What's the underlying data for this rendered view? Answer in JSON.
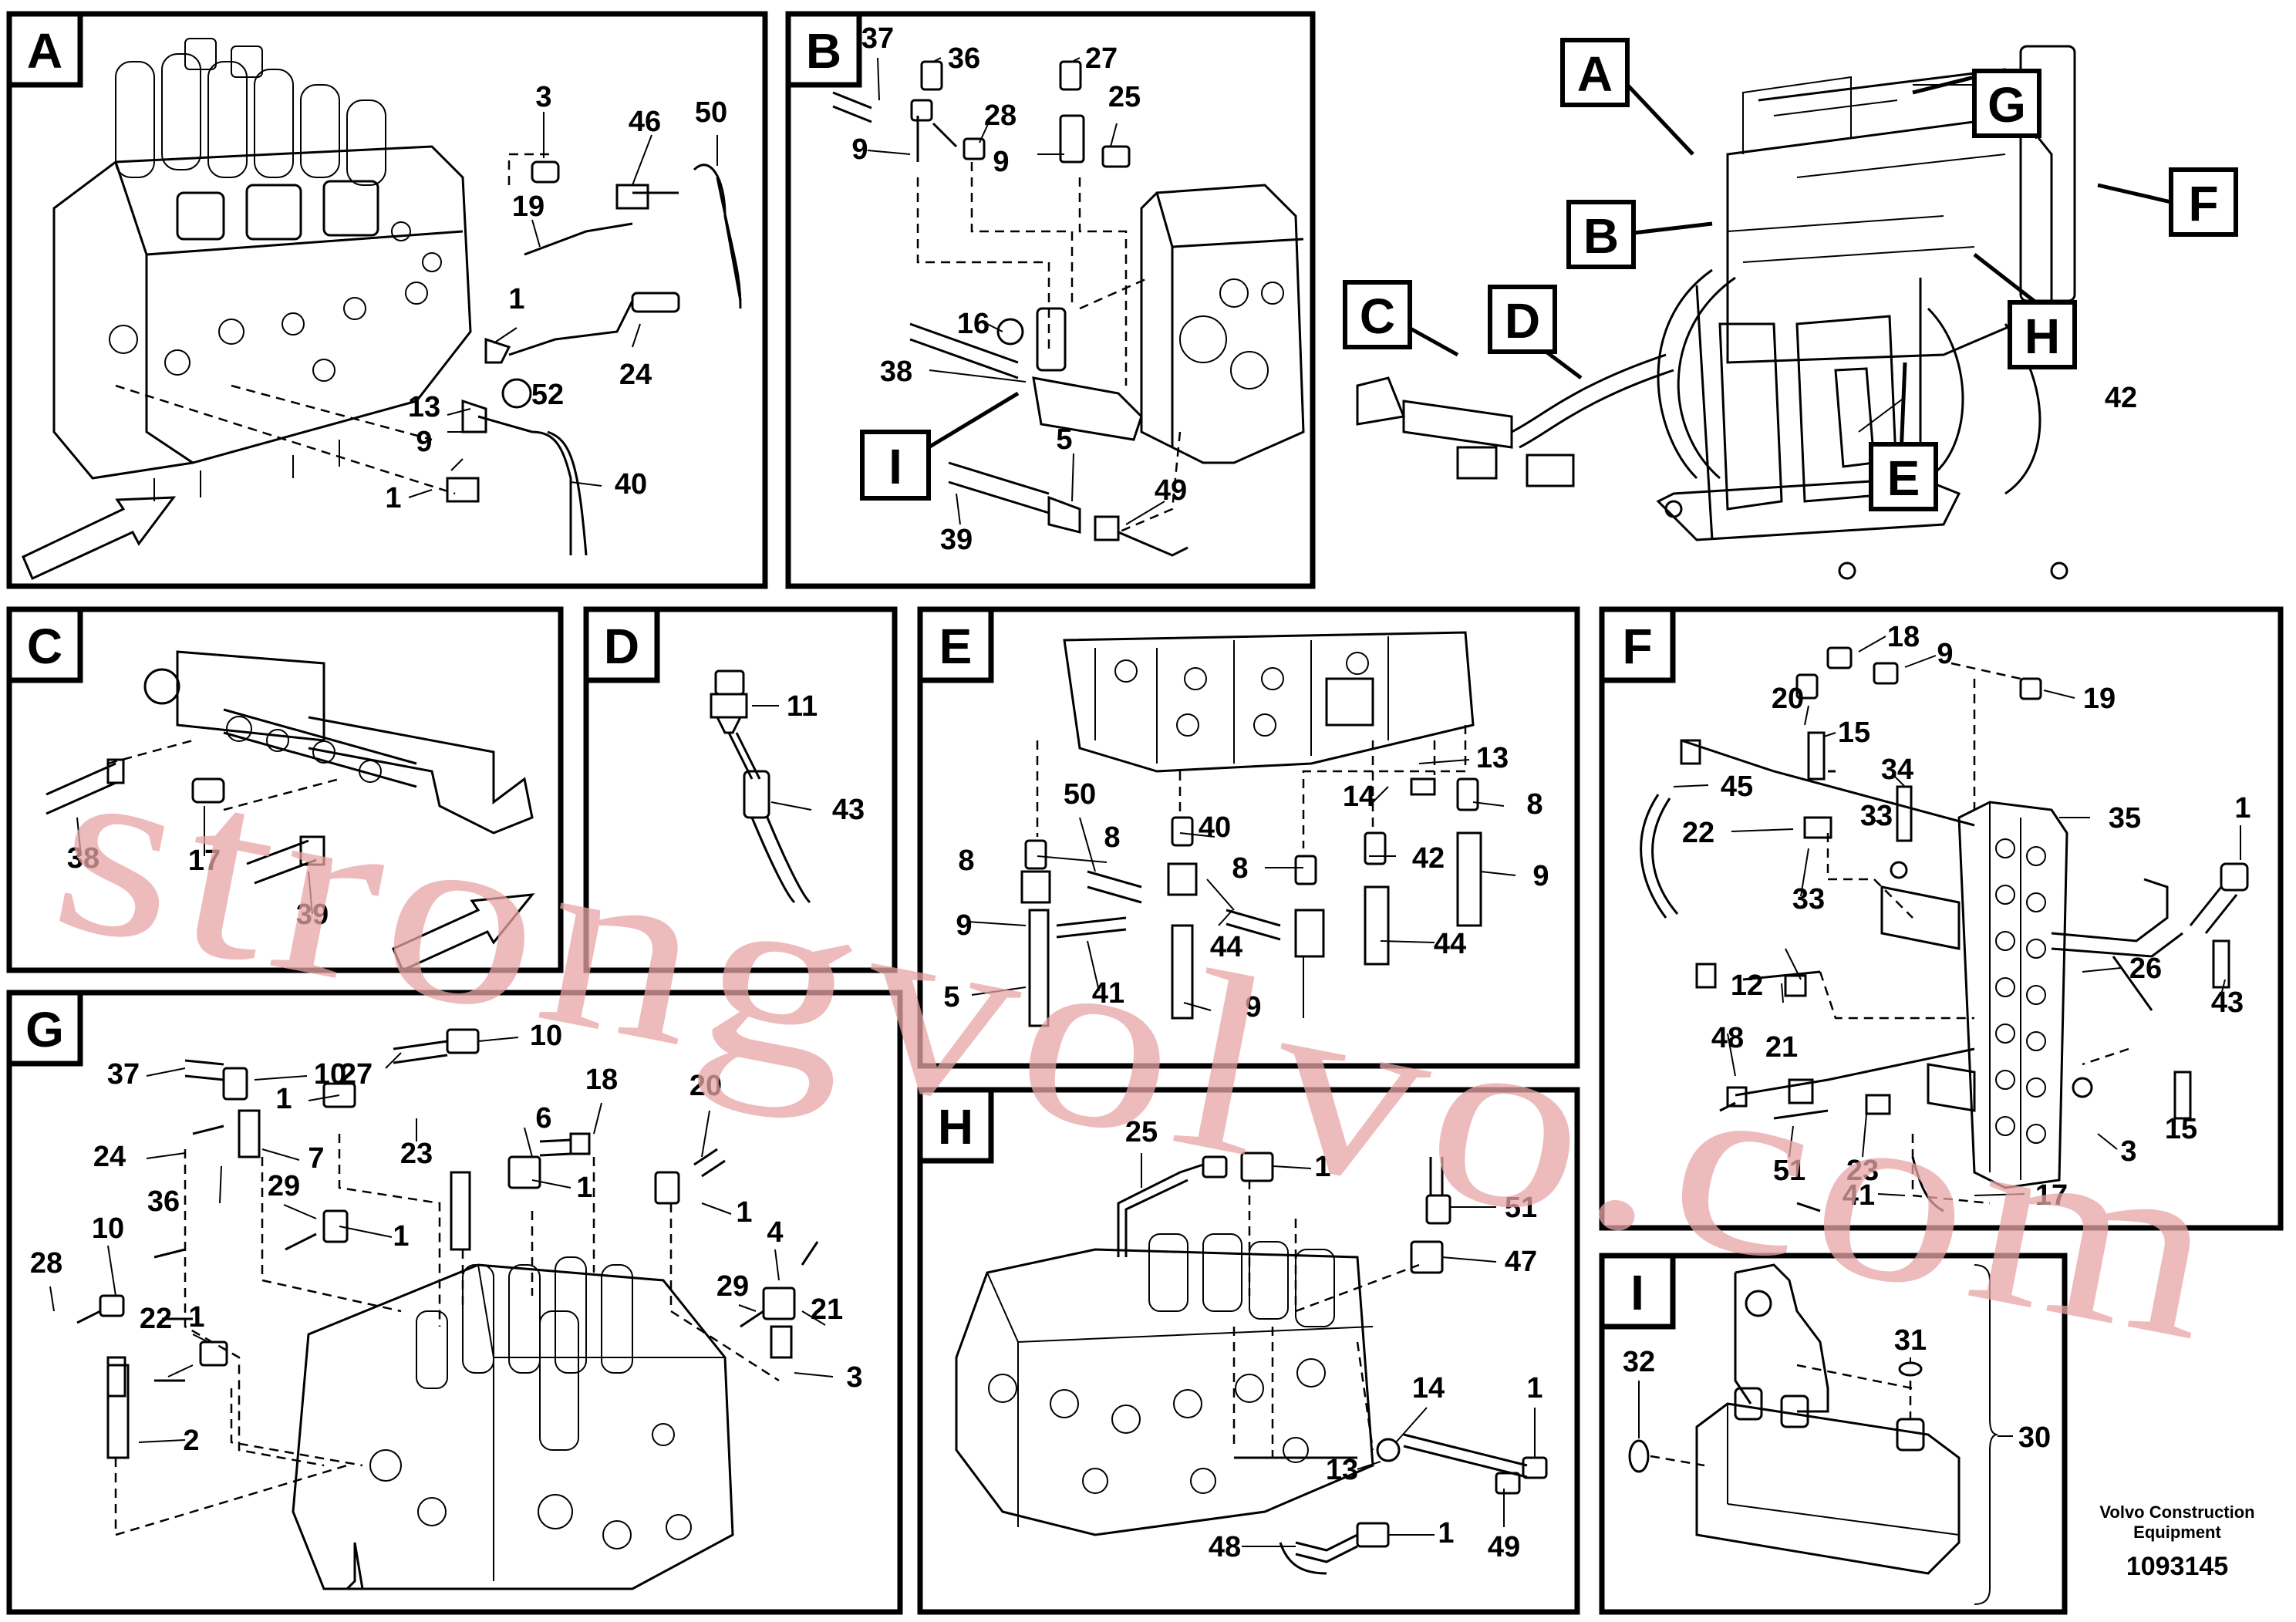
{
  "panels": {
    "A": {
      "letter": "A",
      "labels": [
        "3",
        "46",
        "50",
        "19",
        "1",
        "24",
        "13",
        "52",
        "9",
        "1",
        "40"
      ]
    },
    "B": {
      "letter": "B",
      "labels": [
        "37",
        "36",
        "27",
        "28",
        "25",
        "9",
        "9",
        "16",
        "38",
        "5",
        "39",
        "49"
      ]
    },
    "C": {
      "letter": "C",
      "labels": [
        "38",
        "17",
        "39"
      ]
    },
    "D": {
      "letter": "D",
      "labels": [
        "11",
        "43"
      ]
    },
    "E": {
      "letter": "E",
      "labels": [
        "13",
        "14",
        "8",
        "50",
        "8",
        "40",
        "8",
        "8",
        "42",
        "9",
        "9",
        "44",
        "44",
        "5",
        "41",
        "9"
      ]
    },
    "F": {
      "letter": "F",
      "labels": [
        "18",
        "9",
        "19",
        "20",
        "15",
        "34",
        "35",
        "45",
        "33",
        "22",
        "33",
        "1",
        "12",
        "26",
        "43",
        "48",
        "21",
        "51",
        "23",
        "41",
        "17",
        "3",
        "15"
      ]
    },
    "G": {
      "letter": "G",
      "labels": [
        "27",
        "10",
        "37",
        "10",
        "18",
        "1",
        "23",
        "6",
        "20",
        "24",
        "7",
        "1",
        "1",
        "36",
        "29",
        "1",
        "28",
        "10",
        "4",
        "29",
        "21",
        "22",
        "1",
        "2",
        "3"
      ]
    },
    "H": {
      "letter": "H",
      "labels": [
        "25",
        "1",
        "51",
        "47",
        "14",
        "1",
        "13",
        "49",
        "48",
        "1"
      ]
    },
    "I": {
      "letter": "I",
      "labels": [
        "32",
        "31",
        "30"
      ]
    },
    "overview": {
      "labels": [
        "A",
        "G",
        "F",
        "B",
        "H",
        "C",
        "D",
        "42",
        "E"
      ]
    }
  },
  "watermark": "strongvolvo.com",
  "footer": {
    "company_line1": "Volvo Construction",
    "company_line2": "Equipment",
    "part_number": "1093145"
  }
}
